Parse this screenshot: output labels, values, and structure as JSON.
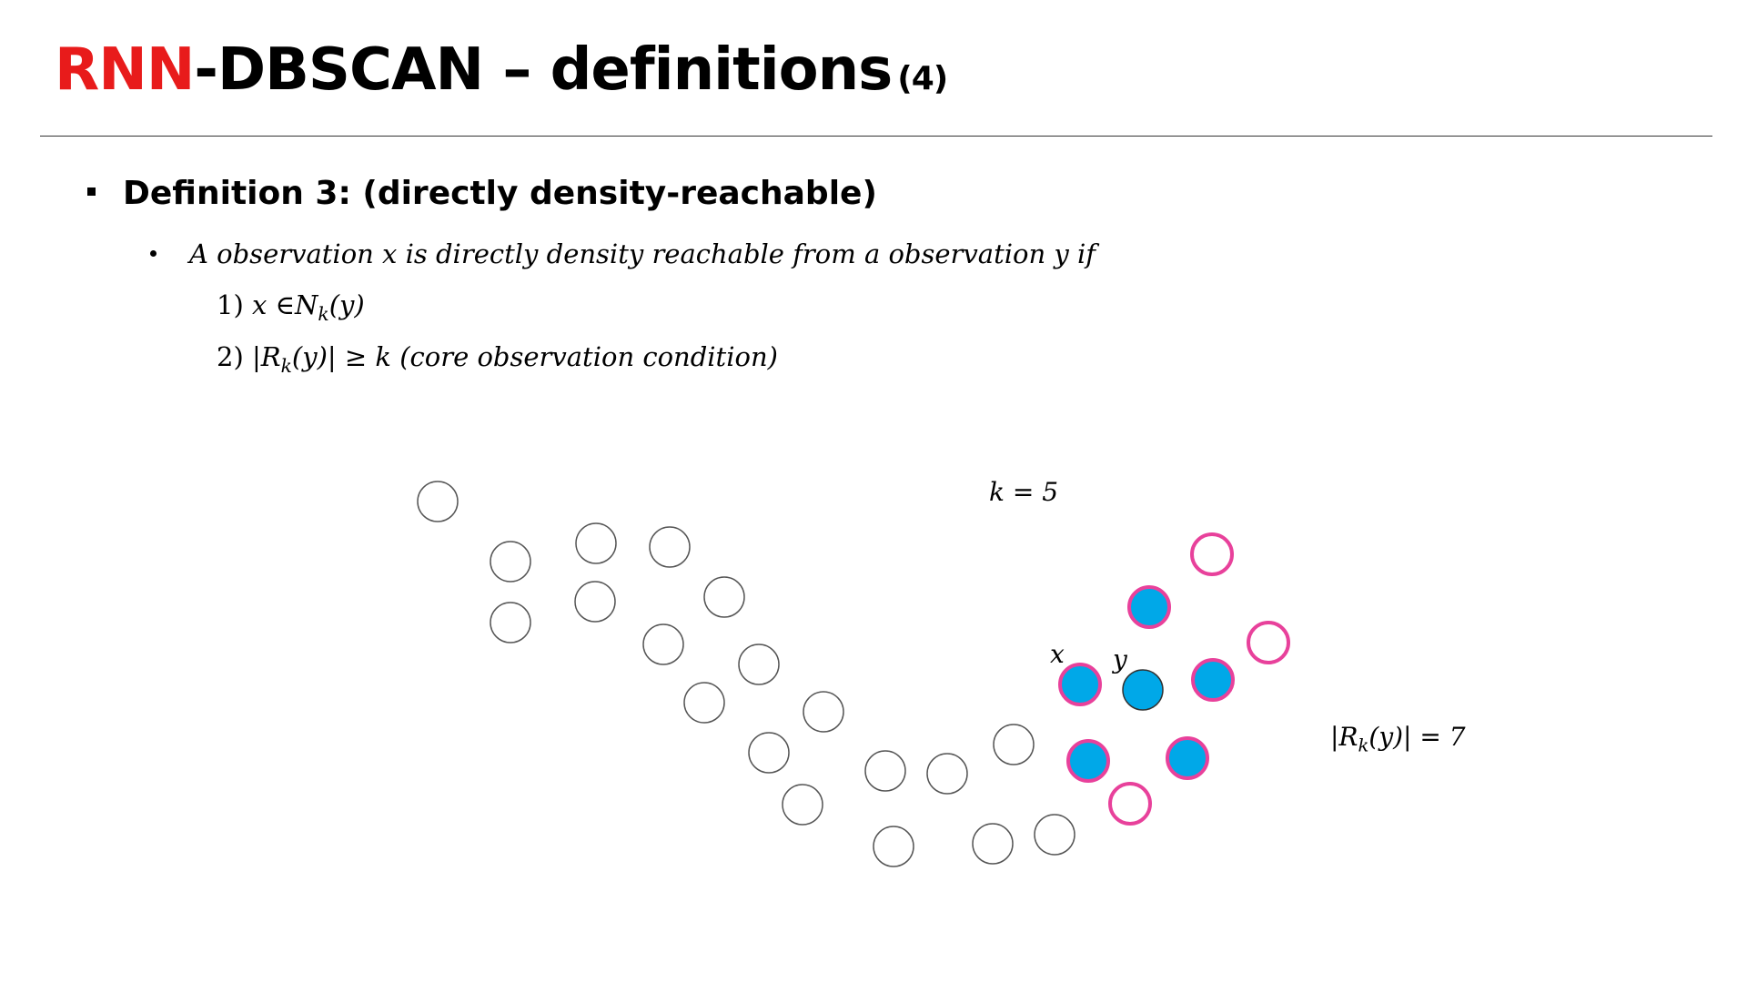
{
  "title": {
    "accent": "RNN",
    "rest": "-DBSCAN – definitions",
    "suffix": "(4)"
  },
  "definition": {
    "heading": "Definition 3: (directly density-reachable)",
    "statement": "A observation x is directly density reachable from a observation y if",
    "cond1_num": "1)",
    "cond1_x": "x",
    "cond1_in": "∈",
    "cond1_N": "N",
    "cond1_sub": "k",
    "cond1_arg": "(y)",
    "cond2_num": "2)",
    "cond2_open": "|R",
    "cond2_sub": "k",
    "cond2_rest": "(y)| ≥ k (core observation condition)"
  },
  "annotations": {
    "k_label": "k = 5",
    "x_label": "x",
    "y_label": "y",
    "rk_open": "|R",
    "rk_sub": "k",
    "rk_rest": "(y)| = 7"
  },
  "colors": {
    "blue_fill": "#00a8e8",
    "pink_stroke": "#e8419b",
    "gray_stroke": "#555555",
    "accent_red": "#e81b1b"
  }
}
